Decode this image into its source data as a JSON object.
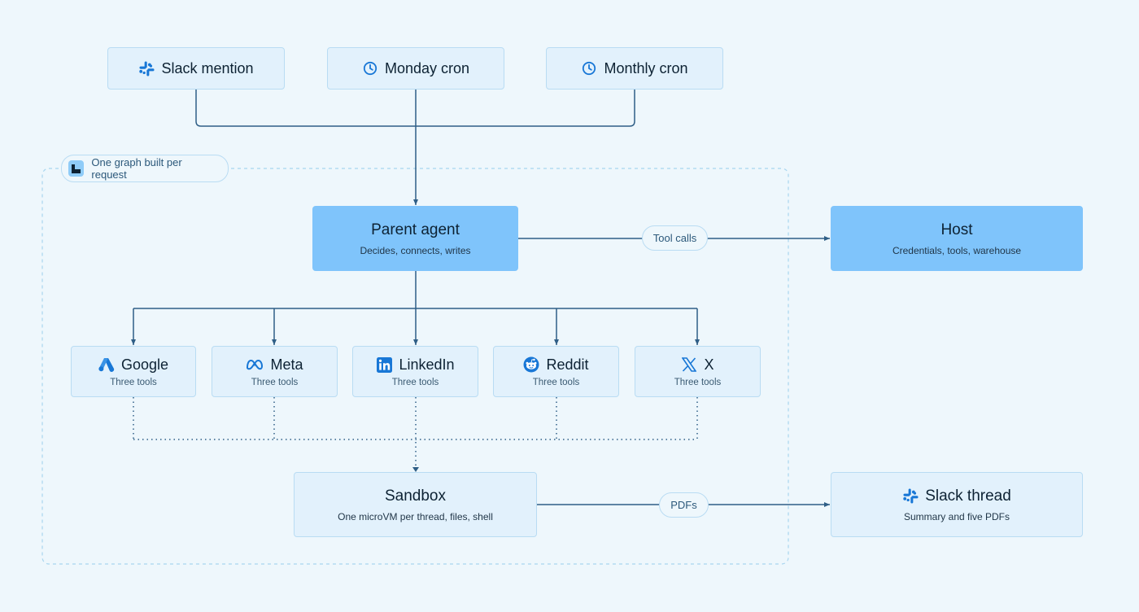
{
  "triggers": [
    {
      "label": "Slack mention",
      "icon": "slack-icon"
    },
    {
      "label": "Monday cron",
      "icon": "clock-icon"
    },
    {
      "label": "Monthly cron",
      "icon": "clock-icon"
    }
  ],
  "group_label": "One graph built per request",
  "parent": {
    "title": "Parent agent",
    "subtitle": "Decides, connects, writes"
  },
  "host": {
    "title": "Host",
    "subtitle": "Credentials, tools, warehouse"
  },
  "tool_calls_label": "Tool calls",
  "platforms": [
    {
      "title": "Google",
      "subtitle": "Three tools",
      "icon": "google-ads-icon"
    },
    {
      "title": "Meta",
      "subtitle": "Three tools",
      "icon": "meta-icon"
    },
    {
      "title": "LinkedIn",
      "subtitle": "Three tools",
      "icon": "linkedin-icon"
    },
    {
      "title": "Reddit",
      "subtitle": "Three tools",
      "icon": "reddit-icon"
    },
    {
      "title": "X",
      "subtitle": "Three tools",
      "icon": "x-icon"
    }
  ],
  "sandbox": {
    "title": "Sandbox",
    "subtitle": "One microVM per thread, files, shell"
  },
  "pdfs_label": "PDFs",
  "slack_thread": {
    "title": "Slack thread",
    "subtitle": "Summary and five PDFs",
    "icon": "slack-icon"
  },
  "colors": {
    "accent": "#7fc4fb",
    "box": "#e2f1fc",
    "border": "#b9dcf3",
    "line": "#2e5e86",
    "icon_blue": "#1877d6"
  }
}
